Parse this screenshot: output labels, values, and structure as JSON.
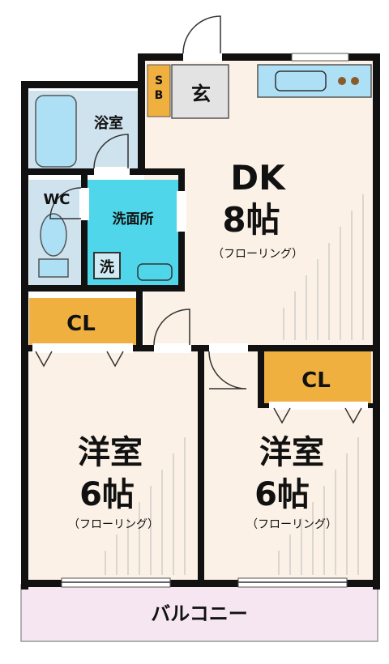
{
  "rooms": {
    "sb": "SB",
    "genkan": "玄",
    "bath": "浴室",
    "wc": "WC",
    "washroom": "洗面所",
    "washer": "洗",
    "dk": {
      "name": "DK",
      "size": "8帖",
      "floor": "（フローリング）"
    },
    "cl_left": "CL",
    "cl_right": "CL",
    "western_left": {
      "name": "洋室",
      "size": "6帖",
      "floor": "（フローリング）"
    },
    "western_right": {
      "name": "洋室",
      "size": "6帖",
      "floor": "（フローリング）"
    },
    "balcony": "バルコニー"
  },
  "colors": {
    "wall": "#111111",
    "floor": "#fbf1e6",
    "wet_area": "#cfe3ef",
    "washroom": "#4fd6ea",
    "closet": "#f0b040",
    "balcony": "#f6e6f1",
    "kitchen": "#aee0f5",
    "genkan": "#e3e3e3"
  }
}
